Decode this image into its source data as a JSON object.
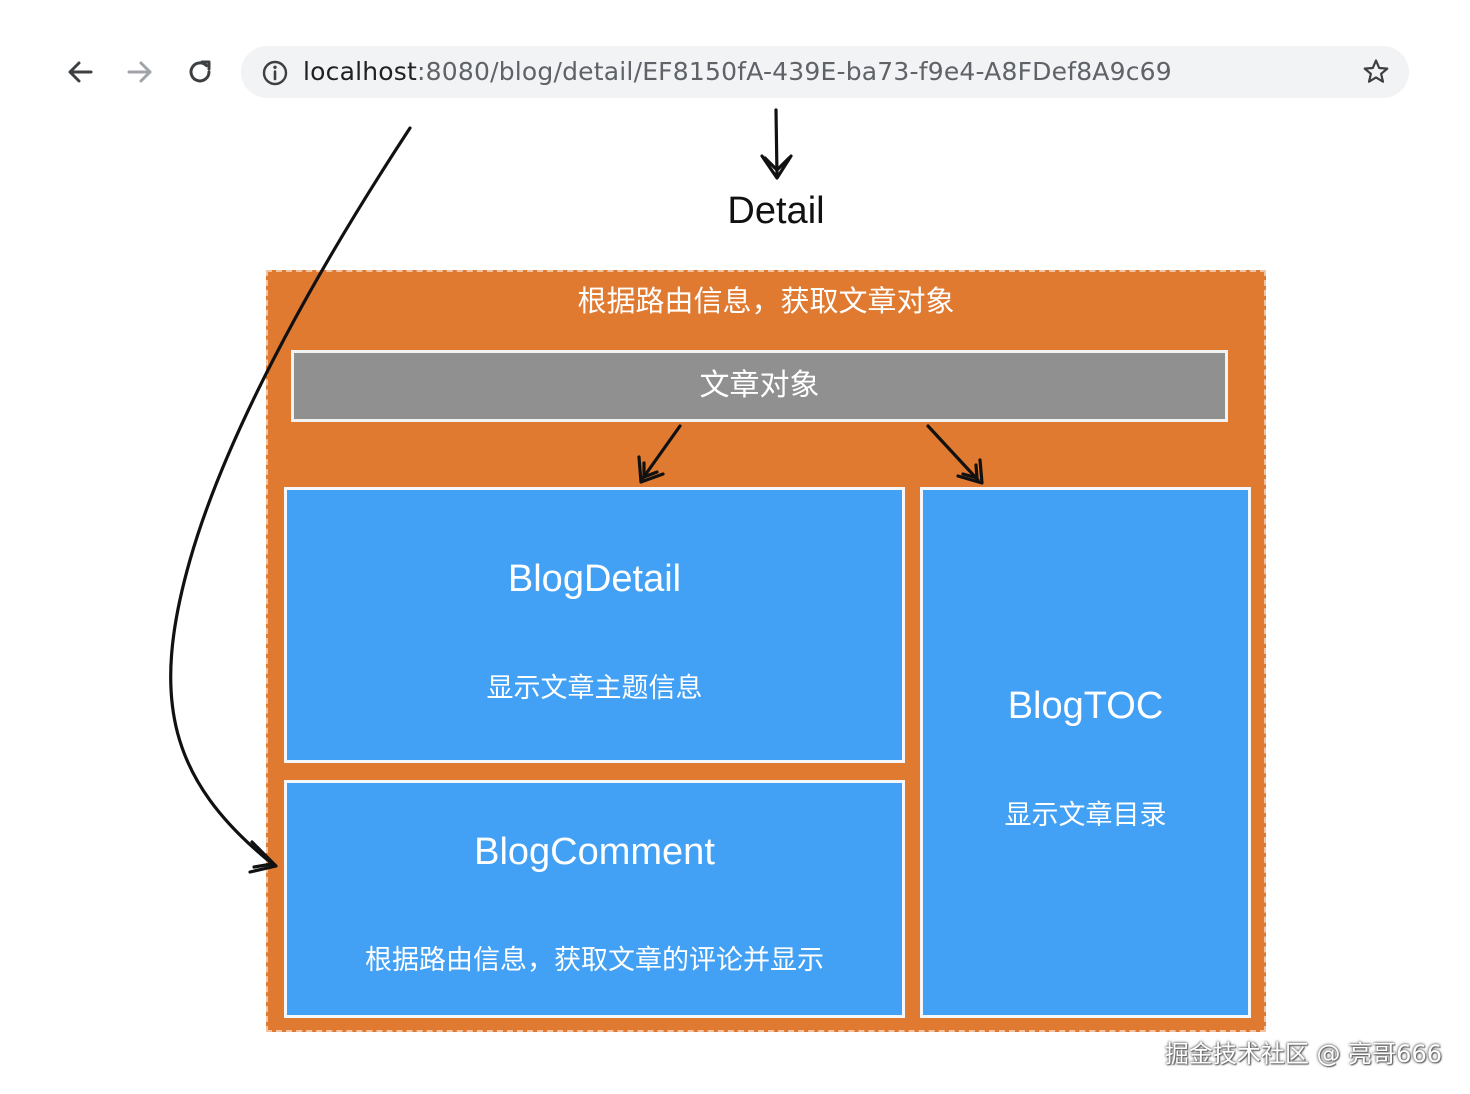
{
  "browser": {
    "back_icon": "arrow-left-icon",
    "forward_icon": "arrow-right-icon",
    "reload_icon": "reload-icon",
    "info_icon": "info-icon",
    "star_icon": "star-icon",
    "url_host": "localhost",
    "url_rest": ":8080/blog/detail/EF8150fA-439E-ba73-f9e4-A8FDef8A9c69"
  },
  "diagram": {
    "route_label": "Detail",
    "outer_label": "根据路由信息，获取文章对象",
    "article_object": "文章对象",
    "blog_detail": {
      "name": "BlogDetail",
      "desc": "显示文章主题信息"
    },
    "blog_comment": {
      "name": "BlogComment",
      "desc": "根据路由信息，获取文章的评论并显示"
    },
    "blog_toc": {
      "name": "BlogTOC",
      "desc": "显示文章目录"
    },
    "colors": {
      "container": "#e07a31",
      "article_box": "#909090",
      "component": "#42a0f5"
    }
  },
  "watermark": "掘金技术社区 @ 亮哥666"
}
